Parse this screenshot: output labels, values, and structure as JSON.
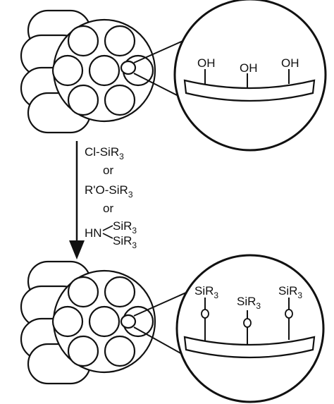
{
  "top_panel": {
    "surface_groups": [
      "OH",
      "OH",
      "OH"
    ]
  },
  "reagents": {
    "line1": {
      "main": "Cl-SiR",
      "sub": "3"
    },
    "or1": "or",
    "line2": {
      "main": "R'O-SiR",
      "sub": "3"
    },
    "or2": "or",
    "line3": {
      "prefix": "HN",
      "upper": {
        "main": "SiR",
        "sub": "3"
      },
      "lower": {
        "main": "SiR",
        "sub": "3"
      }
    }
  },
  "bottom_panel": {
    "surface_groups": [
      {
        "silyl": "SiR",
        "sub": "3",
        "linker": "O"
      },
      {
        "silyl": "SiR",
        "sub": "3",
        "linker": "O"
      },
      {
        "silyl": "SiR",
        "sub": "3",
        "linker": "O"
      }
    ]
  },
  "colors": {
    "stroke": "#111111",
    "background": "#ffffff"
  }
}
